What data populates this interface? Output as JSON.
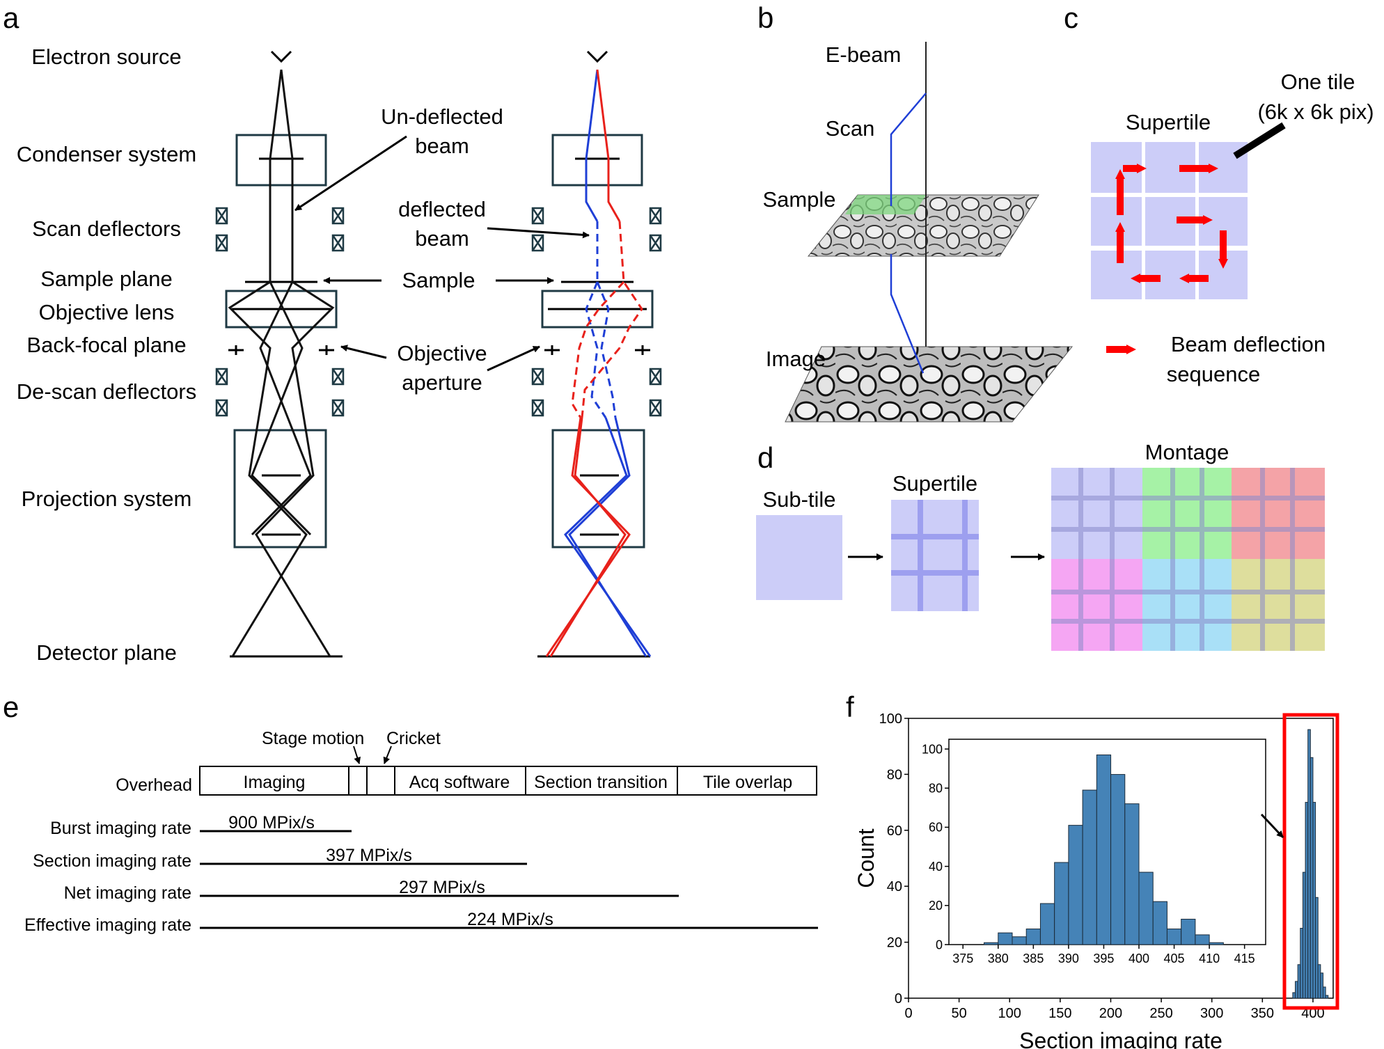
{
  "panels": {
    "a": "a",
    "b": "b",
    "c": "c",
    "d": "d",
    "e": "e",
    "f": "f"
  },
  "panel_a": {
    "rows": [
      "Electron source",
      "Condenser system",
      "Scan deflectors",
      "Sample plane",
      "Objective lens",
      "Back-focal plane",
      "De-scan deflectors",
      "Projection system",
      "Detector plane"
    ],
    "undeflected_1": "Un-deflected",
    "undeflected_2": "beam",
    "deflected_1": "deflected",
    "deflected_2": "beam",
    "sample": "Sample",
    "aperture_1": "Objective",
    "aperture_2": "aperture",
    "colors": {
      "undeflected": "#111111",
      "blue": "#1f3fd6",
      "red": "#e8211b",
      "box": "#1f3a44"
    }
  },
  "panel_b": {
    "ebeam": "E-beam",
    "scan": "Scan",
    "sample": "Sample",
    "image": "Image"
  },
  "panel_c": {
    "supertile": "Supertile",
    "one_tile_1": "One tile",
    "one_tile_2": "(6k x 6k pix)",
    "legend_1": "Beam deflection",
    "legend_2": "sequence",
    "colors": {
      "tile": "#cccdf8",
      "arrow": "#ff0000"
    }
  },
  "panel_d": {
    "subtile": "Sub-tile",
    "supertile": "Supertile",
    "montage": "Montage",
    "colors": {
      "blue": "#cccdf8",
      "green": "#a6f2a6",
      "red": "#f4a3a7",
      "magenta": "#f5a6f3",
      "cyan": "#a9e0f7",
      "olive": "#dede9d"
    }
  },
  "panel_e": {
    "annot_stage": "Stage motion",
    "annot_cricket": "Cricket",
    "overhead": "Overhead",
    "segments": [
      "Imaging",
      "Acq software",
      "Section transition",
      "Tile overlap"
    ],
    "rates": [
      {
        "label": "Burst imaging rate",
        "value": "900 MPix/s"
      },
      {
        "label": "Section imaging rate",
        "value": "397 MPix/s"
      },
      {
        "label": "Net imaging rate",
        "value": "297 MPix/s"
      },
      {
        "label": "Effective imaging rate",
        "value": "224 MPix/s"
      }
    ]
  },
  "chart_data": [
    {
      "type": "bar",
      "title": "",
      "xlabel": "Section imaging rate",
      "ylabel": "Count",
      "xlim": [
        0,
        420
      ],
      "ylim": [
        0,
        100
      ],
      "xticks": [
        "0",
        "50",
        "100",
        "150",
        "200",
        "250",
        "300",
        "350",
        "400"
      ],
      "yticks": [
        "0",
        "20",
        "40",
        "60",
        "80",
        "100"
      ],
      "bins": [
        [
          380,
          382.5,
          2
        ],
        [
          382.5,
          385,
          6
        ],
        [
          385,
          387.5,
          12
        ],
        [
          387.5,
          390,
          25
        ],
        [
          390,
          392.5,
          45
        ],
        [
          392.5,
          395,
          70
        ],
        [
          395,
          397.5,
          96
        ],
        [
          397.5,
          400,
          86
        ],
        [
          400,
          402.5,
          70
        ],
        [
          402.5,
          405,
          36
        ],
        [
          405,
          407.5,
          12
        ],
        [
          407.5,
          410,
          9
        ],
        [
          410,
          412.5,
          4
        ],
        [
          412.5,
          415,
          1
        ]
      ],
      "highlight_box": "red",
      "bar_color": "#4583b7"
    },
    {
      "type": "bar",
      "title": "",
      "xlabel": "",
      "ylabel": "",
      "xlim": [
        373,
        418
      ],
      "ylim": [
        0,
        105
      ],
      "xticks": [
        "375",
        "380",
        "385",
        "390",
        "395",
        "400",
        "405",
        "410",
        "415"
      ],
      "yticks": [
        "0",
        "20",
        "40",
        "60",
        "80",
        "100"
      ],
      "bins": [
        [
          376,
          378,
          0
        ],
        [
          378,
          380,
          1
        ],
        [
          380,
          382,
          6
        ],
        [
          382,
          384,
          4
        ],
        [
          384,
          386,
          8
        ],
        [
          386,
          388,
          21
        ],
        [
          388,
          390,
          42
        ],
        [
          390,
          392,
          61
        ],
        [
          392,
          394,
          79
        ],
        [
          394,
          396,
          97
        ],
        [
          396,
          398,
          87
        ],
        [
          398,
          400,
          72
        ],
        [
          400,
          402,
          37
        ],
        [
          402,
          404,
          22
        ],
        [
          404,
          406,
          8
        ],
        [
          406,
          408,
          13
        ],
        [
          408,
          410,
          5
        ],
        [
          410,
          412,
          1
        ]
      ],
      "bar_color": "#4583b7"
    }
  ]
}
